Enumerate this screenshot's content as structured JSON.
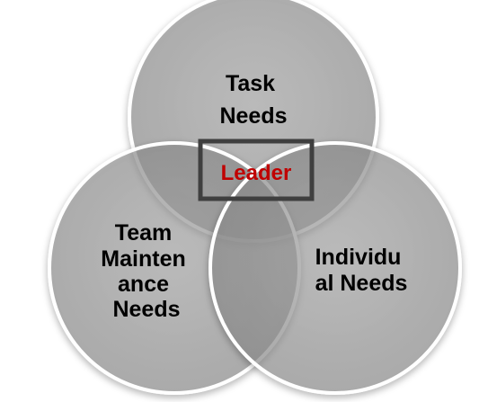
{
  "diagram": {
    "colors": {
      "circle_fill": "#9a9a9a",
      "circle_stroke": "#ffffff",
      "center_box_stroke": "#3f3f3f",
      "center_text": "#c00000",
      "label_text": "#000000"
    },
    "circles": [
      {
        "id": "task",
        "lines": [
          "Task",
          "Needs"
        ]
      },
      {
        "id": "team",
        "lines": [
          "Team",
          "Mainten",
          "ance",
          "Needs"
        ]
      },
      {
        "id": "individual",
        "lines": [
          "Individu",
          "al Needs"
        ]
      }
    ],
    "center": {
      "label": "Leader"
    }
  }
}
